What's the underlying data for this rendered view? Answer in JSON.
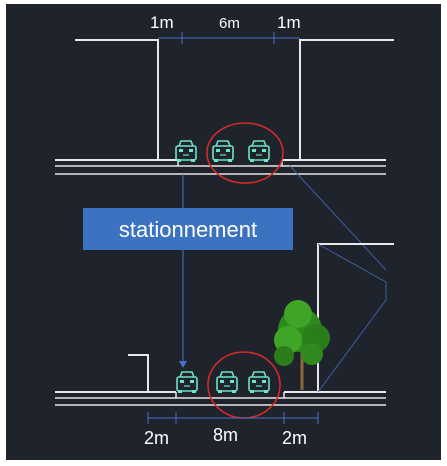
{
  "top_section": {
    "dim_left": "1m",
    "dim_center": "6m",
    "dim_right": "1m"
  },
  "label": {
    "text": "stationnement"
  },
  "bottom_section": {
    "dim_left": "2m",
    "dim_center": "8m",
    "dim_right": "2m"
  },
  "colors": {
    "background": "#1f232b",
    "lines": "#e8e8e8",
    "car": "#6fe3c8",
    "circle": "#d42a2a",
    "label_box": "#3b73c0",
    "tree": "#2f8a1e",
    "dim_line": "#4a73c9"
  },
  "icons": {
    "car": "car-icon",
    "tree": "tree-icon"
  }
}
